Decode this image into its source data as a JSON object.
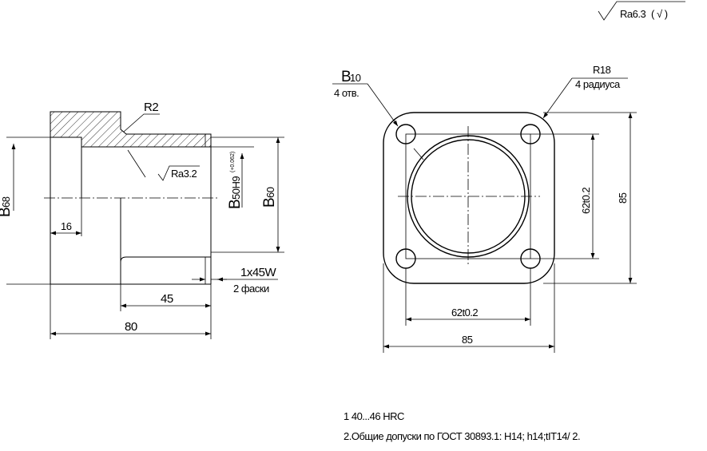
{
  "roughness": {
    "general_mark": "Ra6.3",
    "general_mark_sign": "( √ )",
    "bore_mark": "Ra3.2"
  },
  "side_view": {
    "radius_label": "R2",
    "dia_left_prefix": "B",
    "dia_left_value": "68",
    "dia_bore_prefix": "B",
    "dia_bore_value": "50H9",
    "dia_bore_tolerance": "(+0.062)",
    "dia_outer_prefix": "B",
    "dia_outer_value": "60",
    "flange_thickness": "16",
    "bore_length": "45",
    "total_length": "80",
    "chamfer_label": "1x45W",
    "chamfer_note": "2 фаски"
  },
  "front_view": {
    "hole_dia_prefix": "B",
    "hole_dia_value": "10",
    "hole_count": "4 отв.",
    "corner_radius": "R18",
    "corner_count": "4 радиуса",
    "hole_spacing_vertical": "62t0.2",
    "outer_vertical": "85",
    "hole_spacing_horizontal": "62t0.2",
    "outer_horizontal": "85"
  },
  "notes": [
    "1 40...46 HRC",
    "2.Общие допуски по ГОСТ 30893.1: H14; h14;tIT14/ 2."
  ]
}
